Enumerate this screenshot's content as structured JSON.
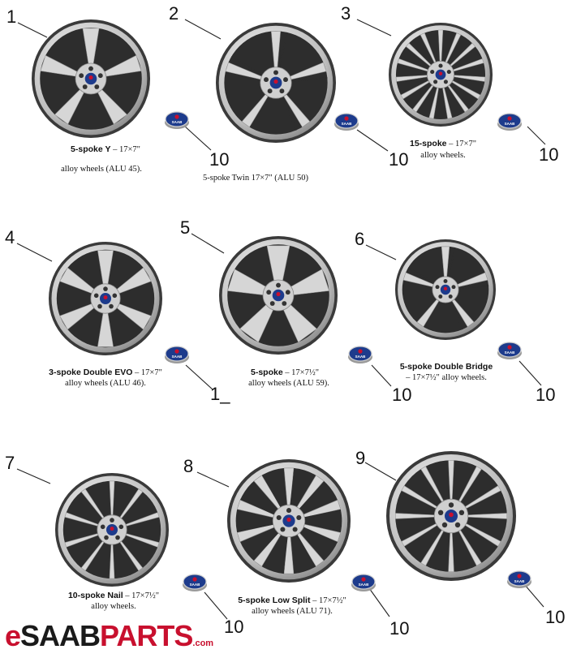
{
  "items": [
    {
      "num": "1",
      "cap_num": "10",
      "caption_bold": "5-spoke Y",
      "caption_rest": " – 17×7\"",
      "caption_line2": "alloy wheels (ALU 45).",
      "spokes": 5,
      "style": "y"
    },
    {
      "num": "2",
      "cap_num": "10",
      "caption_bold": "",
      "caption_rest": "5-spoke Twin 17×7\" (ALU 50)",
      "caption_line2": "",
      "spokes": 5,
      "style": "twin"
    },
    {
      "num": "3",
      "cap_num": "10",
      "caption_bold": "15-spoke",
      "caption_rest": " – 17×7\"",
      "caption_line2": "alloy wheels.",
      "spokes": 15,
      "style": "thin"
    },
    {
      "num": "4",
      "cap_num": "1_",
      "caption_bold": "3-spoke Double EVO",
      "caption_rest": " – 17×7\"",
      "caption_line2": "alloy wheels (ALU 46).",
      "spokes": 6,
      "style": "evo"
    },
    {
      "num": "5",
      "cap_num": "10",
      "caption_bold": "5-spoke",
      "caption_rest": " – 17×7½\"",
      "caption_line2": "alloy wheels (ALU 59).",
      "spokes": 5,
      "style": "wide"
    },
    {
      "num": "6",
      "cap_num": "10",
      "caption_bold": "5-spoke Double Bridge",
      "caption_rest": "",
      "caption_line2": "– 17×7½\" alloy wheels.",
      "spokes": 5,
      "style": "double"
    },
    {
      "num": "7",
      "cap_num": "10",
      "caption_bold": "10-spoke Nail",
      "caption_rest": " – 17×7½\"",
      "caption_line2": "alloy wheels.",
      "spokes": 10,
      "style": "nail"
    },
    {
      "num": "8",
      "cap_num": "10",
      "caption_bold": "5-spoke Low Split",
      "caption_rest": " – 17×7½\"",
      "caption_line2": "alloy wheels (ALU 71).",
      "spokes": 10,
      "style": "split"
    },
    {
      "num": "9",
      "cap_num": "10",
      "caption_bold": "",
      "caption_rest": "",
      "caption_line2": "",
      "spokes": 12,
      "style": "multi"
    }
  ],
  "cap_logo_text": "SAAB",
  "brand": {
    "e": "e",
    "saab": "SAAB",
    "parts": "PARTS",
    "com": ".com"
  },
  "colors": {
    "cap_blue": "#1d3b8c",
    "brand_red": "#c8102e"
  }
}
